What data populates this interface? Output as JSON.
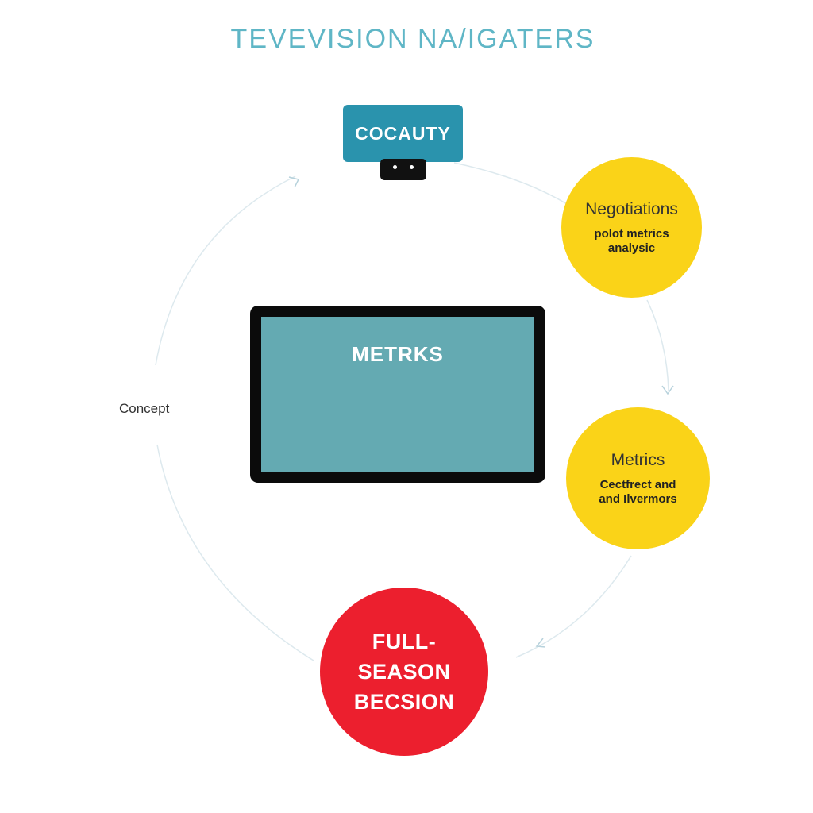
{
  "title": "TEVEVISION NA/IGATERS",
  "tv_label": "COCAUTY",
  "screen_label": "METRKS",
  "nodes": {
    "negotiations": {
      "title": "Negotiations",
      "subtitle": "polot metrics\nanalysic"
    },
    "metrics": {
      "title": "Metrics",
      "subtitle": "Cectfrect and\nand Ilvermors"
    },
    "full_season": {
      "label": "FULL-\nSEASON\nBECSION"
    }
  },
  "side_label": "Concept",
  "colors": {
    "title": "#5fb6c6",
    "tv_box": "#2a93ad",
    "screen_fill": "#64aab2",
    "screen_border": "#0b0b0b",
    "yellow": "#fad318",
    "red": "#ec1f2e",
    "cycle_line": "#dde9ee",
    "arrow": "#b7d2dc"
  }
}
